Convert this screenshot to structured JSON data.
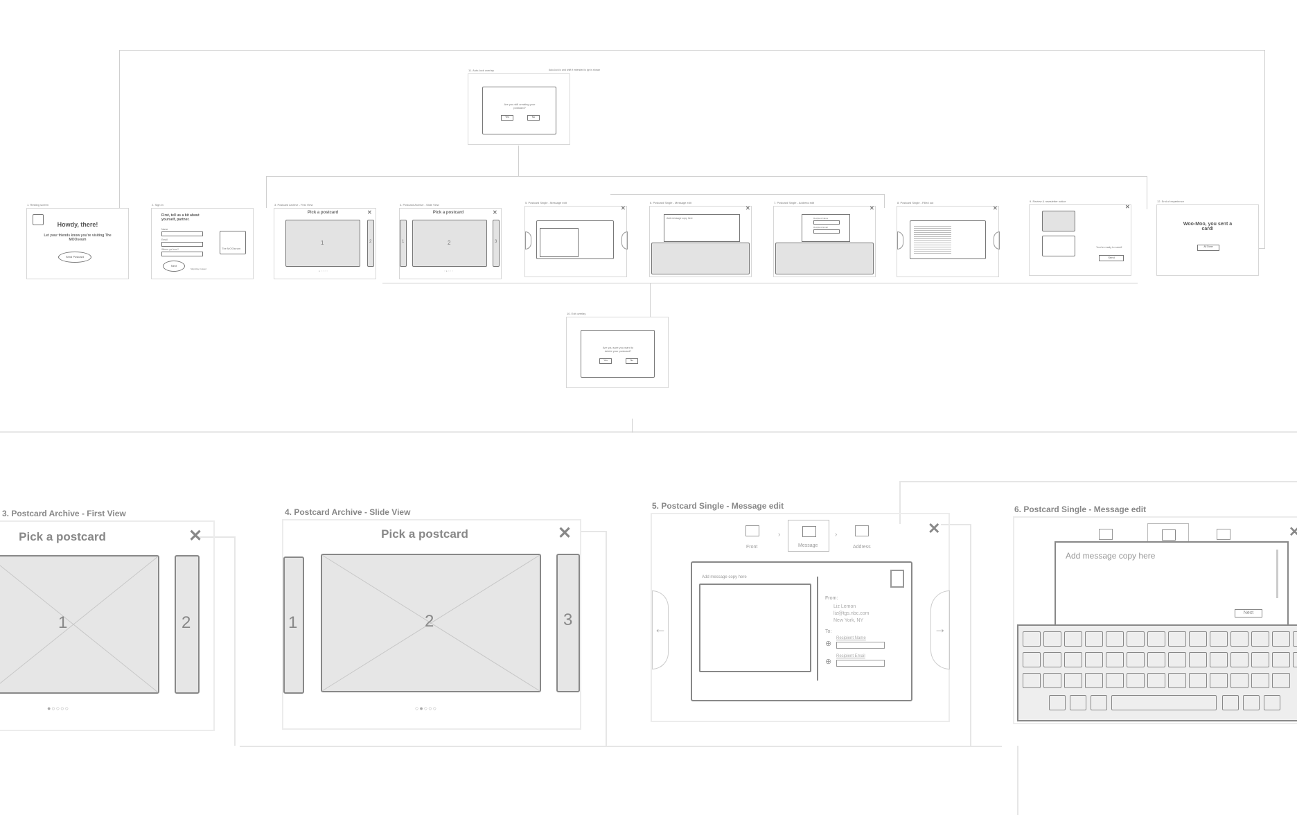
{
  "overview": {
    "overlay_autolock": {
      "title": "11. Auto-lock overlay",
      "note": "Auto-lock ic and shift if extended is ign is shown",
      "question": "Are you still creating your postcard?",
      "yes": "Yes",
      "no": "No"
    },
    "overlay_exit": {
      "title": "10. Exit overlay",
      "question": "Are you sure you want to delete your postcard?",
      "yes": "Yes",
      "no": "No"
    },
    "screens": [
      {
        "title": "1. Resting screen",
        "heading": "Howdy, there!",
        "sub": "Let your friends know you're visiting The MOOseum",
        "button": "Send Postcard"
      },
      {
        "title": "2. Sign In",
        "heading": "First, tell us a bit about yourself, partner.",
        "name": "Name",
        "email": "Email",
        "where": "Where ya from?",
        "next": "Next",
        "skip": "Skip/play instead",
        "badge": "The MOOseum"
      },
      {
        "title": "3. Postcard Archive - First View",
        "heading": "Pick a postcard",
        "card_main": "1",
        "card_next": "2"
      },
      {
        "title": "4. Postcard Archive - Slide View",
        "heading": "Pick a postcard",
        "card_prev": "1",
        "card_main": "2",
        "card_next": "3"
      },
      {
        "title": "5. Postcard Single - Message edit"
      },
      {
        "title": "6. Postcard Single - Message edit",
        "placeholder": "Add message copy here"
      },
      {
        "title": "7. Postcard Single - Address edit",
        "name": "Recipient Name",
        "email": "Recipient Email"
      },
      {
        "title": "8. Postcard Single - Filled out"
      },
      {
        "title": "9. Review & newsletter notice",
        "ready": "You're ready to send!",
        "send": "Send"
      },
      {
        "title": "12. End of experience",
        "heading": "Woo-Moo, you sent a card!",
        "button": "All Done"
      }
    ]
  },
  "detail": {
    "screen3": {
      "title": "3. Postcard Archive - First View",
      "heading": "Pick a postcard",
      "card_main": "1",
      "card_next": "2",
      "dots": "●○○○○"
    },
    "screen4": {
      "title": "4. Postcard Archive - Slide View",
      "heading": "Pick a postcard",
      "card_prev": "1",
      "card_main": "2",
      "card_next": "3",
      "dots": "○●○○○"
    },
    "screen5": {
      "title": "5. Postcard Single - Message edit",
      "steps": [
        "Front",
        "Message",
        "Address"
      ],
      "placeholder": "Add message copy here",
      "from_label": "From:",
      "from_lines": [
        "Liz Lemon",
        "liz@tgs.nbc.com",
        "New York, NY"
      ],
      "to_label": "To:",
      "recipient_name": "Recipient Name",
      "recipient_email": "Recipient Email"
    },
    "screen6": {
      "title": "6. Postcard Single - Message edit",
      "placeholder": "Add message copy here",
      "next": "Next"
    }
  }
}
